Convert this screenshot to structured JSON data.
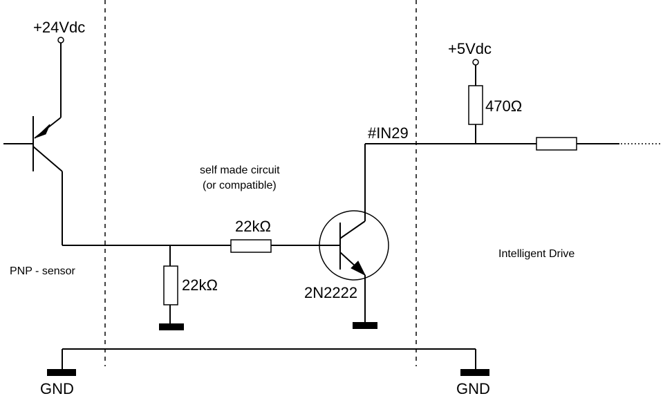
{
  "labels": {
    "supply_24v": "+24Vdc",
    "supply_5v": "+5Vdc",
    "r_pullup": "470Ω",
    "signal": "#IN29",
    "circuit_title_1": "self made circuit",
    "circuit_title_2": "(or compatible)",
    "r_base": "22kΩ",
    "r_pulldown": "22kΩ",
    "transistor": "2N2222",
    "sensor": "PNP - sensor",
    "drive": "Intelligent Drive",
    "gnd_left": "GND",
    "gnd_right": "GND"
  }
}
